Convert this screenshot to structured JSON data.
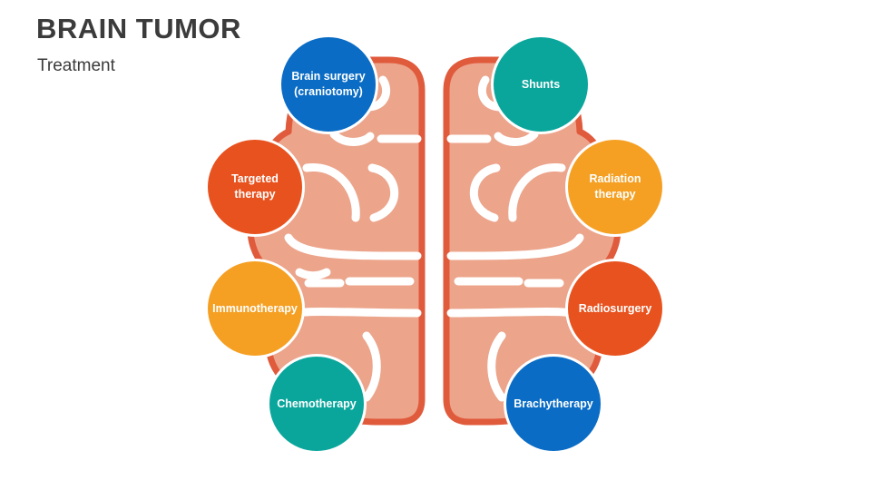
{
  "header": {
    "title": "BRAIN TUMOR",
    "subtitle": "Treatment"
  },
  "colors": {
    "brain_fill": "#eca48b",
    "brain_outline": "#e05a3c",
    "blue": "#0a6cc4",
    "teal": "#0aa69c",
    "orange_red": "#e8521e",
    "amber": "#f5a023"
  },
  "treatments": {
    "left": [
      {
        "label": "Brain surgery\n(craniotomy)",
        "color": "#0a6cc4"
      },
      {
        "label": "Targeted\ntherapy",
        "color": "#e8521e"
      },
      {
        "label": "Immunotherapy",
        "color": "#f5a023"
      },
      {
        "label": "Chemotherapy",
        "color": "#0aa69c"
      }
    ],
    "right": [
      {
        "label": "Shunts",
        "color": "#0aa69c"
      },
      {
        "label": "Radiation\ntherapy",
        "color": "#f5a023"
      },
      {
        "label": "Radiosurgery",
        "color": "#e8521e"
      },
      {
        "label": "Brachytherapy",
        "color": "#0a6cc4"
      }
    ]
  }
}
